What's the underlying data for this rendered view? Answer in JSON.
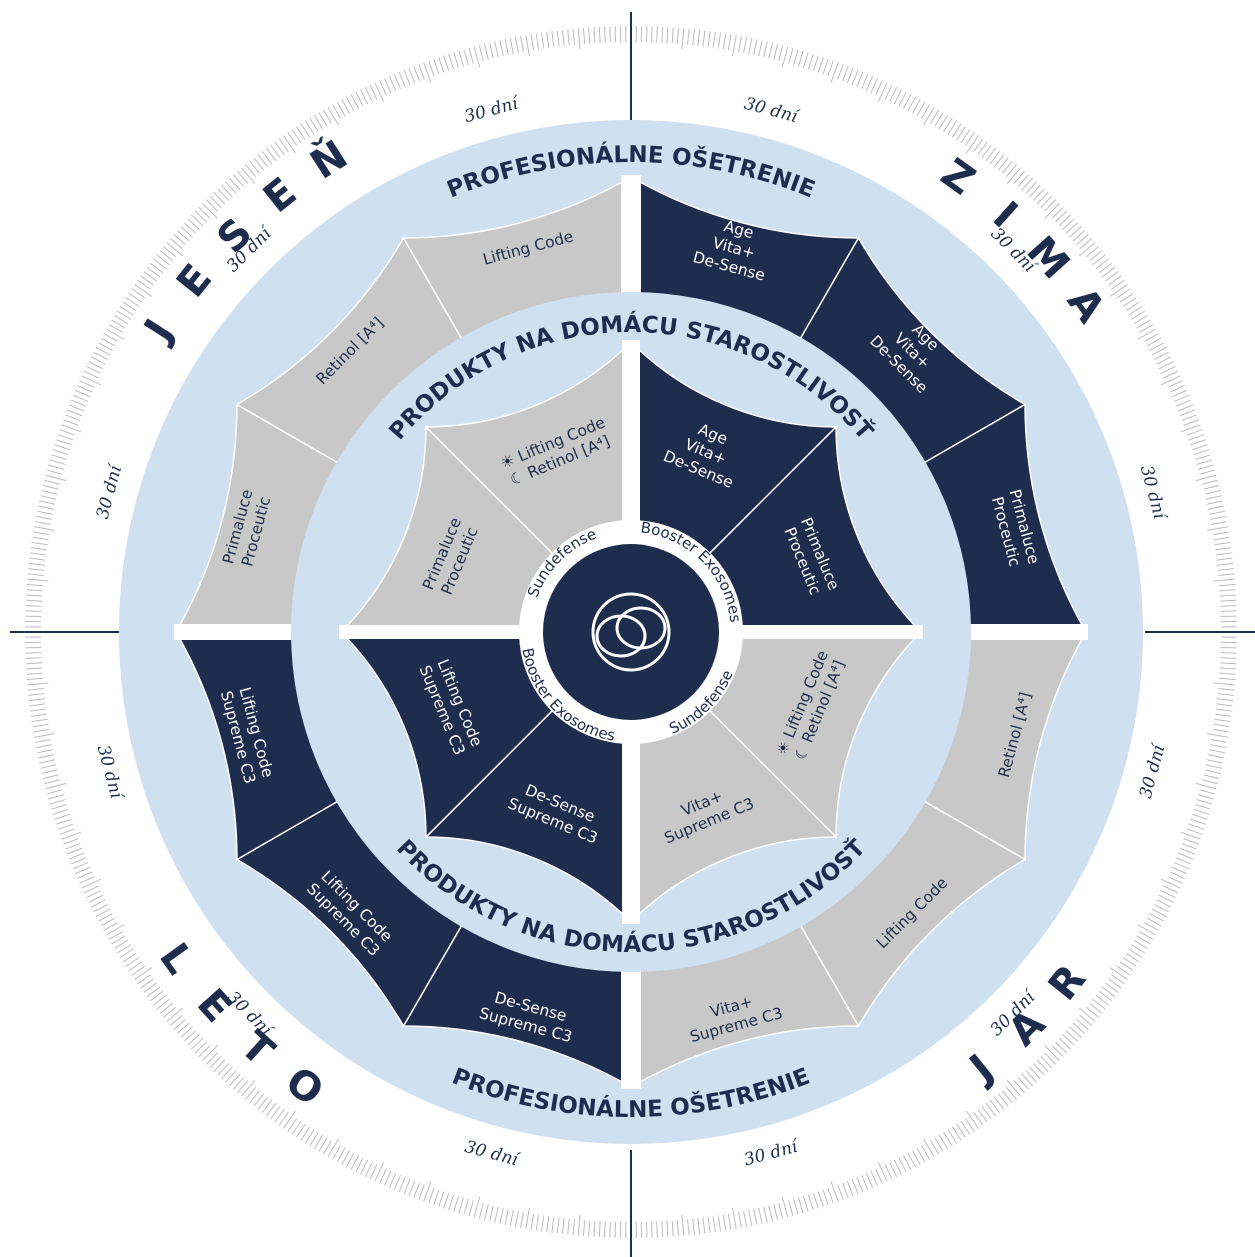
{
  "colors": {
    "navy": "#1e2d4d",
    "grey": "#c8c8c8",
    "light_blue": "#cfe0f1",
    "white": "#ffffff",
    "tick": "#bcbcbc"
  },
  "seasons": [
    {
      "label": "ZIMA"
    },
    {
      "label": "JAR"
    },
    {
      "label": "LETO"
    },
    {
      "label": "JESEŇ"
    }
  ],
  "duration_label": "30 dní",
  "rings": {
    "outer_label": "PROFESIONÁLNE OŠETRENIE",
    "inner_label": "PRODUKTY NA DOMÁCU STAROSTLIVOSŤ"
  },
  "professional_segments": [
    {
      "lines": [
        "Age",
        "Vita+",
        "De-Sense"
      ],
      "color": "navy"
    },
    {
      "lines": [
        "Age",
        "Vita+",
        "De-Sense"
      ],
      "color": "navy"
    },
    {
      "lines": [
        "Primaluce",
        "Proceutic"
      ],
      "color": "navy"
    },
    {
      "lines": [
        "Retinol [A⁴]"
      ],
      "color": "grey"
    },
    {
      "lines": [
        "Lifting Code"
      ],
      "color": "grey"
    },
    {
      "lines": [
        "Vita+",
        "Supreme C3"
      ],
      "color": "grey"
    },
    {
      "lines": [
        "De-Sense",
        "Supreme C3"
      ],
      "color": "navy"
    },
    {
      "lines": [
        "Lifting Code",
        "Supreme C3"
      ],
      "color": "navy"
    },
    {
      "lines": [
        "Lifting Code",
        "Supreme C3"
      ],
      "color": "navy"
    },
    {
      "lines": [
        "Primaluce",
        "Proceutic"
      ],
      "color": "grey"
    },
    {
      "lines": [
        "Retinol [A⁴]"
      ],
      "color": "grey"
    },
    {
      "lines": [
        "Lifting Code"
      ],
      "color": "grey"
    }
  ],
  "home_segments": [
    {
      "lines": [
        "Age",
        "Vita+",
        "De-Sense"
      ],
      "color": "navy"
    },
    {
      "lines": [
        "Primaluce",
        "Proceutic"
      ],
      "color": "navy"
    },
    {
      "lines": [
        "☀ Lifting Code",
        "☾ Retinol [A⁴]"
      ],
      "color": "grey"
    },
    {
      "lines": [
        "Vita+",
        "Supreme C3"
      ],
      "color": "grey"
    },
    {
      "lines": [
        "De-Sense",
        "Supreme C3"
      ],
      "color": "navy"
    },
    {
      "lines": [
        "Lifting Code",
        "Supreme C3"
      ],
      "color": "navy"
    },
    {
      "lines": [
        "Primaluce",
        "Proceutic"
      ],
      "color": "grey"
    },
    {
      "lines": [
        "☀ Lifting Code",
        "☾ Retinol [A⁴]"
      ],
      "color": "grey"
    }
  ],
  "core_labels": [
    {
      "label": "Booster Exosomes"
    },
    {
      "label": "Sundefense"
    },
    {
      "label": "Booster Exosomes"
    },
    {
      "label": "Sundefense"
    }
  ],
  "center_icon": "interlocking-circles-logo"
}
